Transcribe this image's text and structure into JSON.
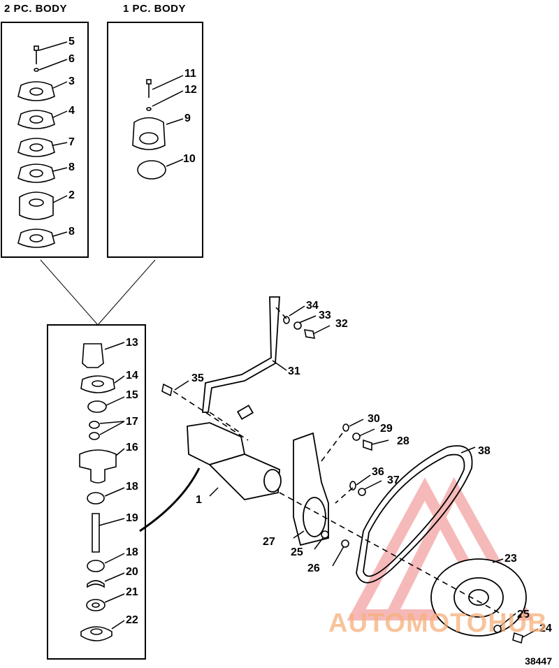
{
  "headers": {
    "two_pc_body": "2 PC. BODY",
    "one_pc_body": "1 PC. BODY"
  },
  "callouts": {
    "c1": "1",
    "c2": "2",
    "c3": "3",
    "c4": "4",
    "c5": "5",
    "c6": "6",
    "c7": "7",
    "c8a": "8",
    "c8b": "8",
    "c9": "9",
    "c10": "10",
    "c11": "11",
    "c12": "12",
    "c13": "13",
    "c14": "14",
    "c15": "15",
    "c16": "16",
    "c17": "17",
    "c18a": "18",
    "c18b": "18",
    "c19": "19",
    "c20": "20",
    "c21": "21",
    "c22": "22",
    "c23": "23",
    "c24": "24",
    "c25a": "25",
    "c25b": "25",
    "c26": "26",
    "c27": "27",
    "c28": "28",
    "c29": "29",
    "c30": "30",
    "c31": "31",
    "c32": "32",
    "c33": "33",
    "c34": "34",
    "c35": "35",
    "c36": "36",
    "c37": "37",
    "c38": "38"
  },
  "figure_number": "38447",
  "watermark": {
    "text": "AUTOMOTOHUB",
    "color": "#f04b4b"
  }
}
